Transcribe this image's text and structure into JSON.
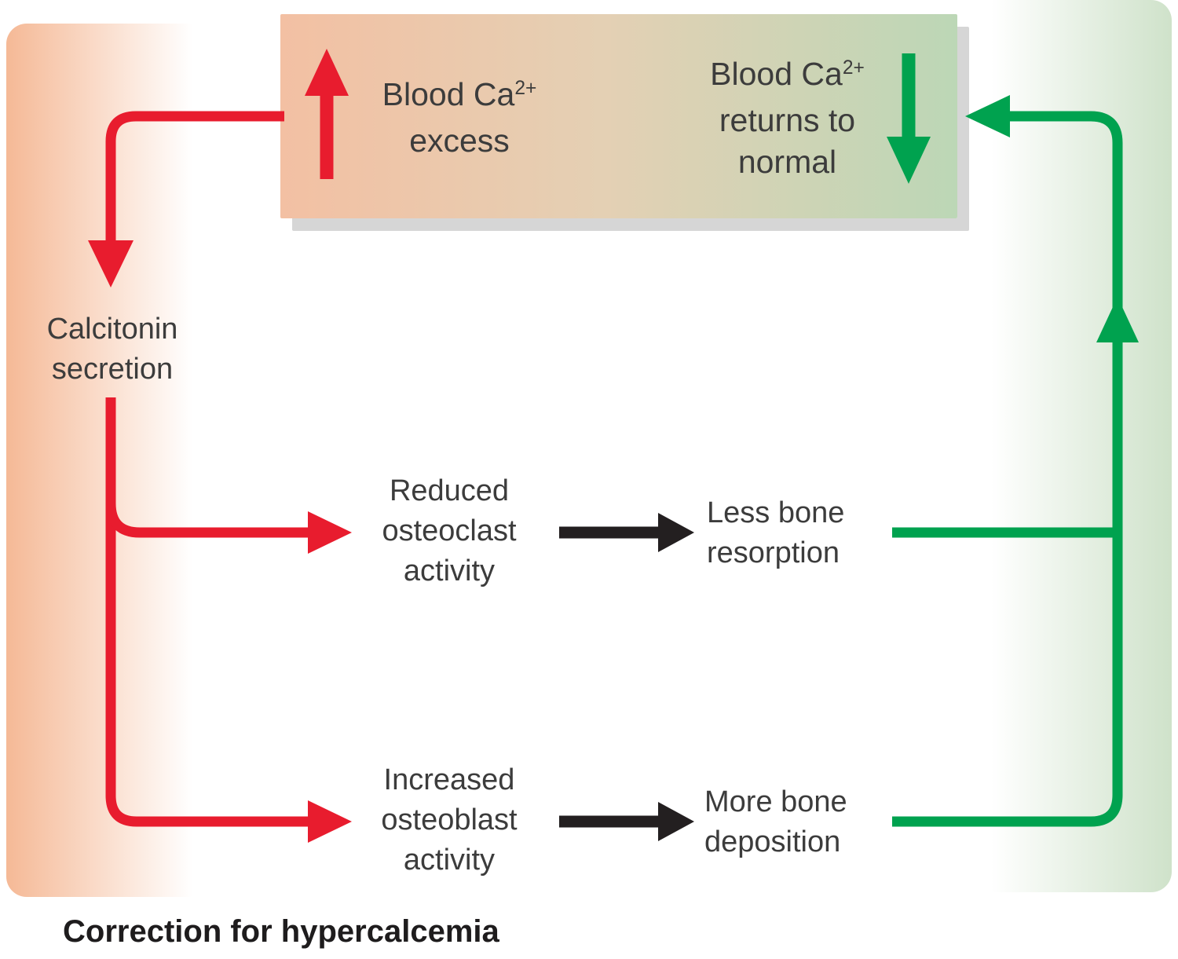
{
  "caption": "Correction for hypercalcemia",
  "colors": {
    "red": "#e81c2e",
    "green": "#00a24f",
    "arrow_black": "#231f20",
    "text": "#3c3c3c",
    "caption_text": "#1e1c1d",
    "box_left": "#f3c0a3",
    "box_mid": "#e4d0b4",
    "box_right": "#bcd7b6",
    "band_left": "#f5b996",
    "band_right": "#cfe2ca"
  },
  "top_box": {
    "excess": {
      "line1_base": "Blood Ca",
      "line1_sup": "2+",
      "line2": "excess"
    },
    "normal": {
      "line1_base": "Blood Ca",
      "line1_sup": "2+",
      "line2": "returns to",
      "line3": "normal"
    }
  },
  "nodes": {
    "calcitonin": {
      "line1": "Calcitonin",
      "line2": "secretion"
    },
    "reduced_osteoclast": {
      "line1": "Reduced",
      "line2": "osteoclast",
      "line3": "activity"
    },
    "less_bone_resorption": {
      "line1": "Less bone",
      "line2": "resorption"
    },
    "increased_osteoblast": {
      "line1": "Increased",
      "line2": "osteoblast",
      "line3": "activity"
    },
    "more_bone_deposition": {
      "line1": "More bone",
      "line2": "deposition"
    }
  },
  "edges": [
    {
      "from": "blood_ca_excess",
      "to": "calcitonin_secretion",
      "color": "red"
    },
    {
      "from": "calcitonin_secretion",
      "to": "reduced_osteoclast",
      "color": "red"
    },
    {
      "from": "calcitonin_secretion",
      "to": "increased_osteoblast",
      "color": "red"
    },
    {
      "from": "reduced_osteoclast",
      "to": "less_bone_resorption",
      "color": "black"
    },
    {
      "from": "increased_osteoblast",
      "to": "more_bone_deposition",
      "color": "black"
    },
    {
      "from": "less_bone_resorption",
      "to": "blood_ca_returns_to_normal",
      "color": "green"
    },
    {
      "from": "more_bone_deposition",
      "to": "blood_ca_returns_to_normal",
      "color": "green"
    }
  ]
}
